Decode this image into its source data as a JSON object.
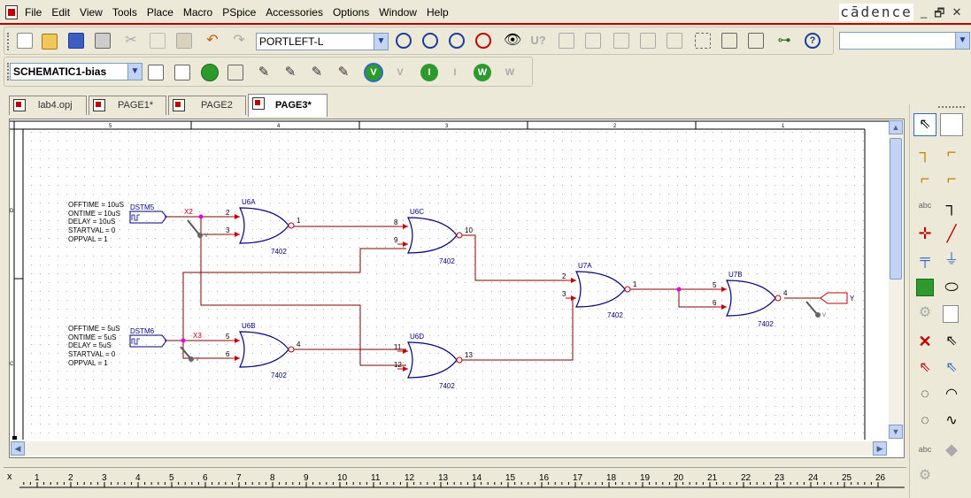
{
  "menu": {
    "items": [
      "File",
      "Edit",
      "View",
      "Tools",
      "Place",
      "Macro",
      "PSpice",
      "Accessories",
      "Options",
      "Window",
      "Help"
    ],
    "brand": "cādence",
    "win_min": "_",
    "win_restore": "🗗",
    "win_close": "✕"
  },
  "toolbar1": {
    "part_combo_value": "PORTLEFT-L",
    "right_combo_value": "",
    "u_label": "U?"
  },
  "toolbar2": {
    "profile_value": "SCHEMATIC1-bias"
  },
  "tabs": [
    {
      "label": "lab4.opj"
    },
    {
      "label": "PAGE1*"
    },
    {
      "label": "PAGE2"
    },
    {
      "label": "PAGE3*"
    }
  ],
  "border": {
    "columns": [
      "5",
      "4",
      "3",
      "2",
      "1"
    ],
    "rows": [
      "D",
      "C"
    ]
  },
  "schematic": {
    "src1": {
      "ref": "DSTM5",
      "attrs": [
        "OFFTIME = 10uS",
        "ONTIME = 10uS",
        "DELAY = 10uS",
        "STARTVAL = 0",
        "OPPVAL = 1"
      ],
      "net": "X2"
    },
    "src2": {
      "ref": "DSTM6",
      "attrs": [
        "OFFTIME = 5uS",
        "ONTIME = 5uS",
        "DELAY = 5uS",
        "STARTVAL = 0",
        "OPPVAL = 1"
      ],
      "net": "X3"
    },
    "probe_label": "V",
    "gates": [
      {
        "ref": "U6A",
        "part": "7402",
        "pins": [
          "2",
          "3",
          "1"
        ]
      },
      {
        "ref": "U6B",
        "part": "7402",
        "pins": [
          "5",
          "6",
          "4"
        ]
      },
      {
        "ref": "U6C",
        "part": "7402",
        "pins": [
          "8",
          "9",
          "10"
        ]
      },
      {
        "ref": "U6D",
        "part": "7402",
        "pins": [
          "11",
          "12",
          "13"
        ]
      },
      {
        "ref": "U7A",
        "part": "7402",
        "pins": [
          "2",
          "3",
          "1"
        ]
      },
      {
        "ref": "U7B",
        "part": "7402",
        "pins": [
          "5",
          "6",
          "4"
        ]
      }
    ],
    "output_port": "Y"
  },
  "ruler": {
    "close": "x",
    "ticks": [
      "1",
      "2",
      "3",
      "4",
      "5",
      "6",
      "7",
      "8",
      "9",
      "10",
      "11",
      "12",
      "13",
      "14",
      "15",
      "16",
      "17",
      "18",
      "19",
      "20",
      "21",
      "22",
      "23",
      "24",
      "25",
      "26"
    ]
  },
  "colors": {
    "wire": "#800000",
    "gate": "#000080",
    "pin": "#c00000",
    "junction": "#e000e0",
    "accent": "#c00000"
  }
}
